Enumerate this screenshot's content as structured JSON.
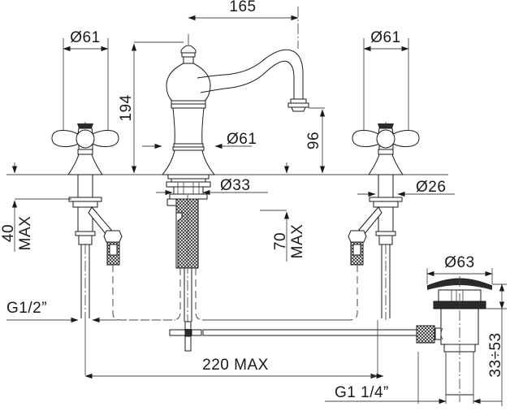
{
  "drawing": {
    "title": "Three-hole basin mixer tap with pop-up waste — dimensioned technical drawing",
    "units": "mm",
    "line_color": "#1a1a1a",
    "background_color": "#ffffff"
  },
  "dimensions": {
    "spout_reach": {
      "label": "165",
      "value": 165,
      "orientation": "horizontal",
      "location": "top"
    },
    "handle_left_diameter": {
      "label": "Ø61",
      "value": 61,
      "orientation": "horizontal",
      "location": "top-left"
    },
    "handle_right_diameter": {
      "label": "Ø61",
      "value": 61,
      "orientation": "horizontal",
      "location": "top-right"
    },
    "spout_base_diameter": {
      "label": "Ø61",
      "value": 61,
      "orientation": "horizontal",
      "location": "center"
    },
    "spout_height": {
      "label": "194",
      "value": 194,
      "orientation": "vertical",
      "location": "center-left"
    },
    "spout_outlet_height": {
      "label": "96",
      "value": 96,
      "orientation": "vertical",
      "location": "center-right"
    },
    "left_thickness_max": {
      "label": "40",
      "suffix": "MAX",
      "value": 40,
      "orientation": "vertical",
      "location": "left"
    },
    "center_thickness_max": {
      "label": "70",
      "suffix": "MAX",
      "value": 70,
      "orientation": "vertical",
      "location": "center"
    },
    "center_shank_diameter": {
      "label": "Ø33",
      "value": 33,
      "orientation": "horizontal",
      "location": "center"
    },
    "handle_shank_diameter": {
      "label": "Ø26",
      "value": 26,
      "orientation": "horizontal",
      "location": "right"
    },
    "waste_flange_diameter": {
      "label": "Ø63",
      "value": 63,
      "orientation": "horizontal",
      "location": "bottom-right"
    },
    "waste_height_range": {
      "label": "33÷53",
      "value_min": 33,
      "value_max": 53,
      "orientation": "vertical",
      "location": "far-right"
    },
    "spread_max": {
      "label": "220  MAX",
      "value": 220,
      "orientation": "horizontal",
      "location": "bottom"
    }
  },
  "threads": {
    "supply_connection": {
      "label": "G1/2”",
      "location": "bottom-left"
    },
    "waste_connection": {
      "label": "G1  1/4”",
      "location": "bottom-right"
    }
  },
  "components": {
    "spout": "swan-neck-spout",
    "left_handle": "cross-handle-left",
    "right_handle": "cross-handle-right",
    "center_body": "spout-body-center",
    "waste": "pop-up-waste-assembly",
    "lift_rod": "pop-up-lift-rod",
    "counter_line": "mounting-surface-line"
  }
}
